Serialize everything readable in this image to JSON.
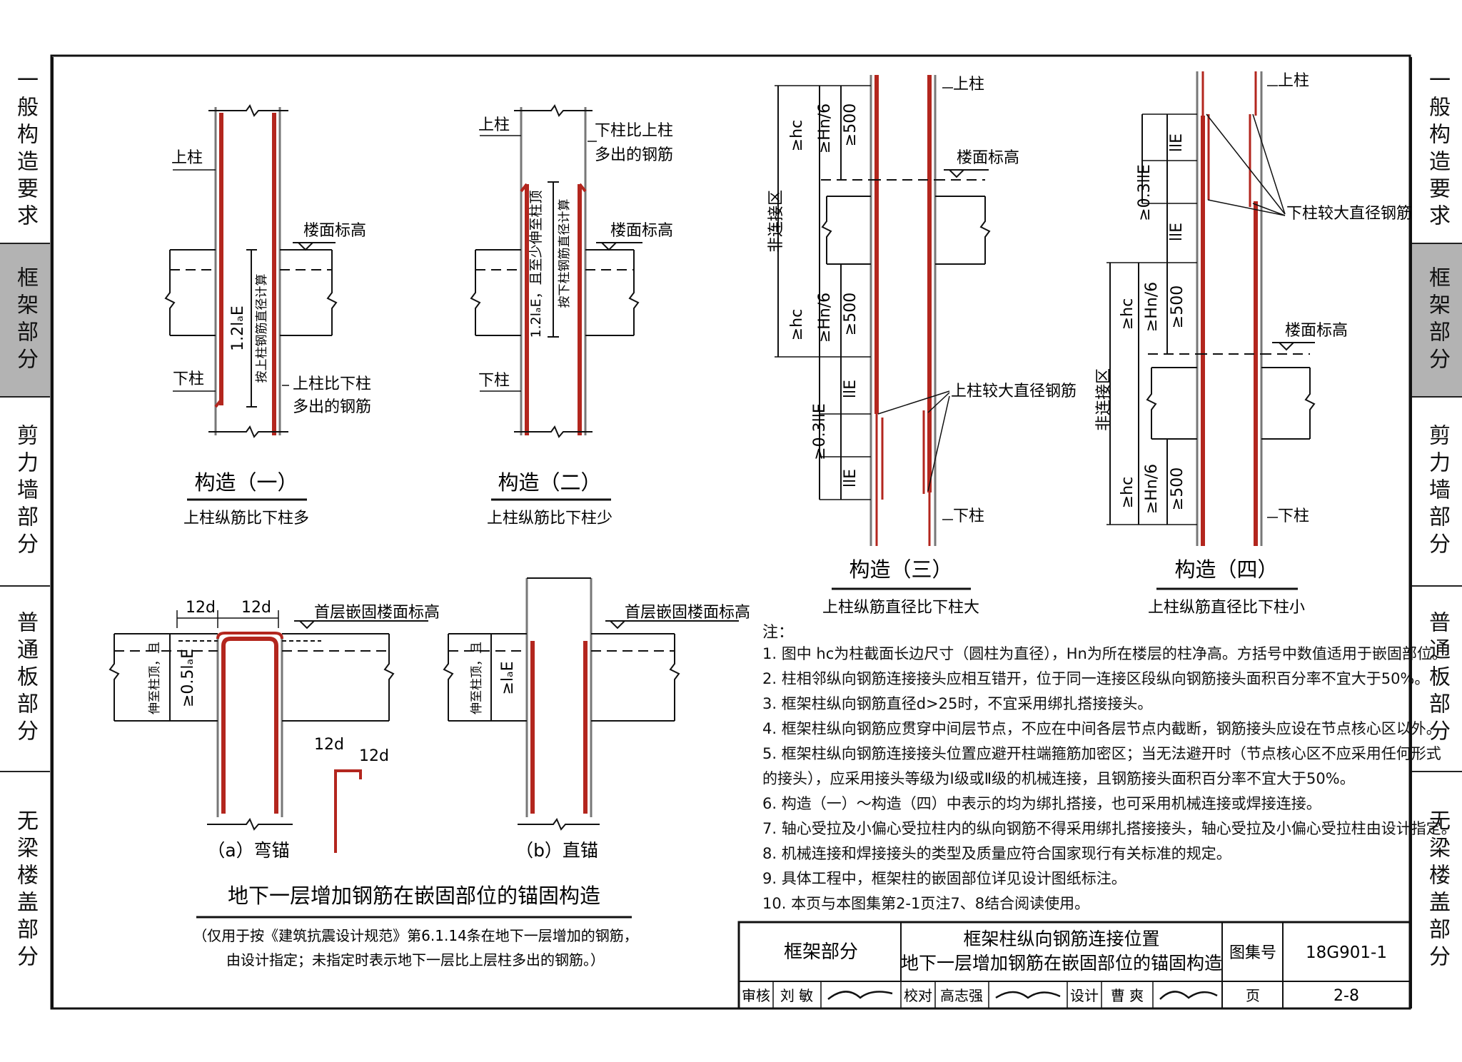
{
  "side_nav": {
    "left": [
      "一般构造要求",
      "框架部分",
      "剪力墙部分",
      "普通板部分",
      "无梁楼盖部分"
    ],
    "right": [
      "一般构造要求",
      "框架部分",
      "剪力墙部分",
      "普通板部分",
      "无梁楼盖部分"
    ],
    "active_index": 1
  },
  "figures": {
    "fig1": {
      "title": "构造（一）",
      "subtitle": "上柱纵筋比下柱多",
      "upper": "上柱",
      "lower": "下柱",
      "floor": "楼面标高",
      "dim": "1.2lₐE",
      "dim_note": "按上柱钢筋直径计算",
      "extra": "上柱比下柱",
      "extra2": "多出的钢筋"
    },
    "fig2": {
      "title": "构造（二）",
      "subtitle": "上柱纵筋比下柱少",
      "upper": "上柱",
      "lower": "下柱",
      "floor": "楼面标高",
      "dim": "1.2lₐE，且至少伸至柱顶",
      "dim_note": "按下柱钢筋直径计算",
      "extra": "下柱比上柱",
      "extra2": "多出的钢筋"
    },
    "fig3": {
      "title": "构造（三）",
      "subtitle": "上柱纵筋直径比下柱大",
      "upper": "上柱",
      "lower": "下柱",
      "floor": "楼面标高",
      "zone": "非连接区",
      "hc": "≥hc",
      "hn": "≥Hn/6",
      "d500": "≥500",
      "lle": "llE",
      "lap": "≥0.3llE",
      "bar_note": "上柱较大直径钢筋"
    },
    "fig4": {
      "title": "构造（四）",
      "subtitle": "上柱纵筋直径比下柱小",
      "upper": "上柱",
      "lower": "下柱",
      "floor": "楼面标高",
      "zone": "非连接区",
      "hc": "≥hc",
      "hn": "≥Hn/6",
      "d500": "≥500",
      "lle": "llE",
      "lap": "≥0.3llE",
      "bar_note": "下柱较大直径钢筋"
    },
    "fig_a": {
      "label": "（a）弯锚",
      "d12": "12d",
      "floor": "首层嵌固楼面标高",
      "dim": "≥0.5lₐE",
      "dim_note": "伸至柱顶，且"
    },
    "fig_b": {
      "label": "（b）直锚",
      "floor": "首层嵌固楼面标高",
      "dim": "≥lₐE",
      "dim_note": "伸至柱顶，且"
    },
    "anchor_title": "地下一层增加钢筋在嵌固部位的锚固构造",
    "anchor_note1": "（仅用于按《建筑抗震设计规范》第6.1.14条在地下一层增加的钢筋，",
    "anchor_note2": "由设计指定；未指定时表示地下一层比上层柱多出的钢筋。）"
  },
  "notes": {
    "heading": "注：",
    "items": [
      "1. 图中 hc为柱截面长边尺寸（圆柱为直径），Hn为所在楼层的柱净高。方括号中数值适用于嵌固部位。",
      "2. 柱相邻纵向钢筋连接接头应相互错开，位于同一连接区段纵向钢筋接头面积百分率不宜大于50%。",
      "3. 框架柱纵向钢筋直径d>25时，不宜采用绑扎搭接接头。",
      "4. 框架柱纵向钢筋应贯穿中间层节点，不应在中间各层节点内截断，钢筋接头应设在节点核心区以外。",
      "5. 框架柱纵向钢筋连接接头位置应避开柱端箍筋加密区；当无法避开时（节点核心区不应采用任何形式",
      "   的接头），应采用接头等级为Ⅰ级或Ⅱ级的机械连接，且钢筋接头面积百分率不宜大于50%。",
      "6. 构造（一）～构造（四）中表示的均为绑扎搭接，也可采用机械连接或焊接连接。",
      "7. 轴心受拉及小偏心受拉柱内的纵向钢筋不得采用绑扎搭接接头，轴心受拉及小偏心受拉柱由设计指定。",
      "8. 机械连接和焊接接头的类型及质量应符合国家现行有关标准的规定。",
      "9. 具体工程中，框架柱的嵌固部位详见设计图纸标注。",
      "10. 本页与本图集第2-1页注7、8结合阅读使用。"
    ]
  },
  "title_block": {
    "section": "框架部分",
    "title1": "框架柱纵向钢筋连接位置",
    "title2": "地下一层增加钢筋在嵌固部位的锚固构造",
    "atlas_label": "图集号",
    "atlas_no": "18G901-1",
    "review_label": "审核",
    "reviewer": "刘 敏",
    "check_label": "校对",
    "checker": "高志强",
    "design_label": "设计",
    "designer": "曹 爽",
    "page_label": "页",
    "page_no": "2-8"
  },
  "colors": {
    "rebar": "#b3261e",
    "line": "#111111",
    "active_tab": "#b3b3b3"
  }
}
